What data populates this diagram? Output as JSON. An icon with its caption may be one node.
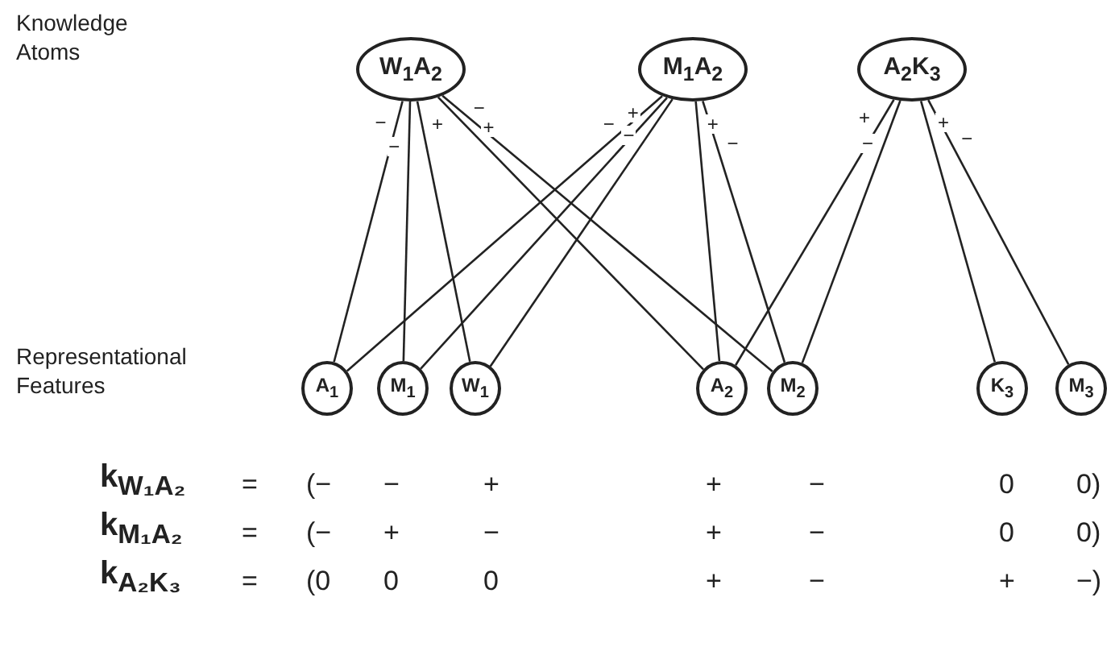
{
  "diagram": {
    "nodes": [
      {
        "text": [
          "W$_{1}$A$_{2}$"
        ]
      },
      {
        "text": [
          "M$_{1}$A$_{2}$"
        ]
      },
      {
        "text": [
          "A$_{2}$K$_{3}$"
        ]
      },
      {
        "text": [
          "A$_{1}$"
        ]
      },
      {
        "text": [
          "M$_{1}$"
        ]
      },
      {
        "text": [
          "W$_{1}$"
        ]
      },
      {
        "text": [
          "A$_{2}$"
        ]
      },
      {
        "text": [
          "M$_{2}$"
        ]
      },
      {
        "text": [
          "K$_{3}$"
        ]
      },
      {
        "text": [
          "M$_{3}$"
        ]
      }
    ],
    "edges": [
      {
        "from": 0,
        "to": 3,
        "arrow": "none",
        "label": "−"
      },
      {
        "from": 0,
        "to": 4,
        "arrow": "none",
        "label": "−"
      },
      {
        "from": 0,
        "to": 5,
        "arrow": "none",
        "label": "+"
      },
      {
        "from": 0,
        "to": 6,
        "arrow": "none",
        "label": "+"
      },
      {
        "from": 0,
        "to": 7,
        "arrow": "none",
        "label": "−"
      },
      {
        "from": 1,
        "to": 3,
        "arrow": "none",
        "label": "−"
      },
      {
        "from": 1,
        "to": 4,
        "arrow": "none",
        "label": "+"
      },
      {
        "from": 1,
        "to": 5,
        "arrow": "none",
        "label": "−"
      },
      {
        "from": 1,
        "to": 6,
        "arrow": "none",
        "label": "+"
      },
      {
        "from": 1,
        "to": 7,
        "arrow": "none",
        "label": "−"
      },
      {
        "from": 2,
        "to": 6,
        "arrow": "none",
        "label": "+"
      },
      {
        "from": 2,
        "to": 7,
        "arrow": "none",
        "label": "−"
      },
      {
        "from": 2,
        "to": 8,
        "arrow": "none",
        "label": "+"
      },
      {
        "from": 2,
        "to": 9,
        "arrow": "none",
        "label": "−"
      }
    ],
    "labels": [
      "Knowledge Atoms",
      "Representational Features",
      "k$_{W₁A₂}$",
      "=",
      "(−",
      "−",
      "+",
      "+",
      "−",
      "0",
      "0)",
      "k$_{M₁A₂}$",
      "=",
      "(−",
      "+",
      "−",
      "+",
      "−",
      "0",
      "0)",
      "k$_{A₂K₃}$",
      "=",
      "(0",
      "0",
      "0",
      "+",
      "−",
      "+",
      "−)"
    ]
  }
}
